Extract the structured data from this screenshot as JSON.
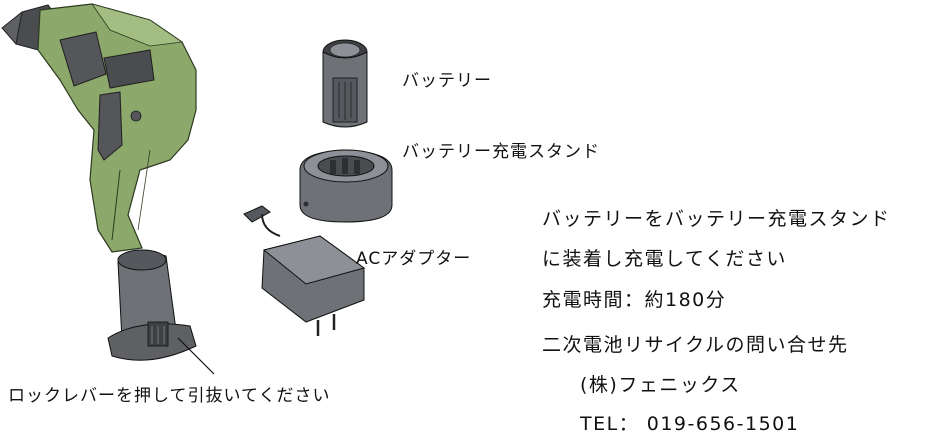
{
  "labels": {
    "battery": "バッテリー",
    "charging_stand": "バッテリー充電スタンド",
    "ac_adapter": "ACアダプター",
    "lock_lever": "ロックレバーを押して引抜いてください"
  },
  "instructions": {
    "line1": "バッテリーをバッテリー充電スタンド",
    "line2": "に装着し充電してください",
    "line3": "充電時間：約180分"
  },
  "contact": {
    "heading": "二次電池リサイクルの問い合せ先",
    "company": "(株)フェニックス",
    "tel": "TEL： 019-656-1501"
  },
  "colors": {
    "drill_green": "#8ca86a",
    "drill_dark": "#55565a",
    "part_gray": "#6e7176"
  }
}
